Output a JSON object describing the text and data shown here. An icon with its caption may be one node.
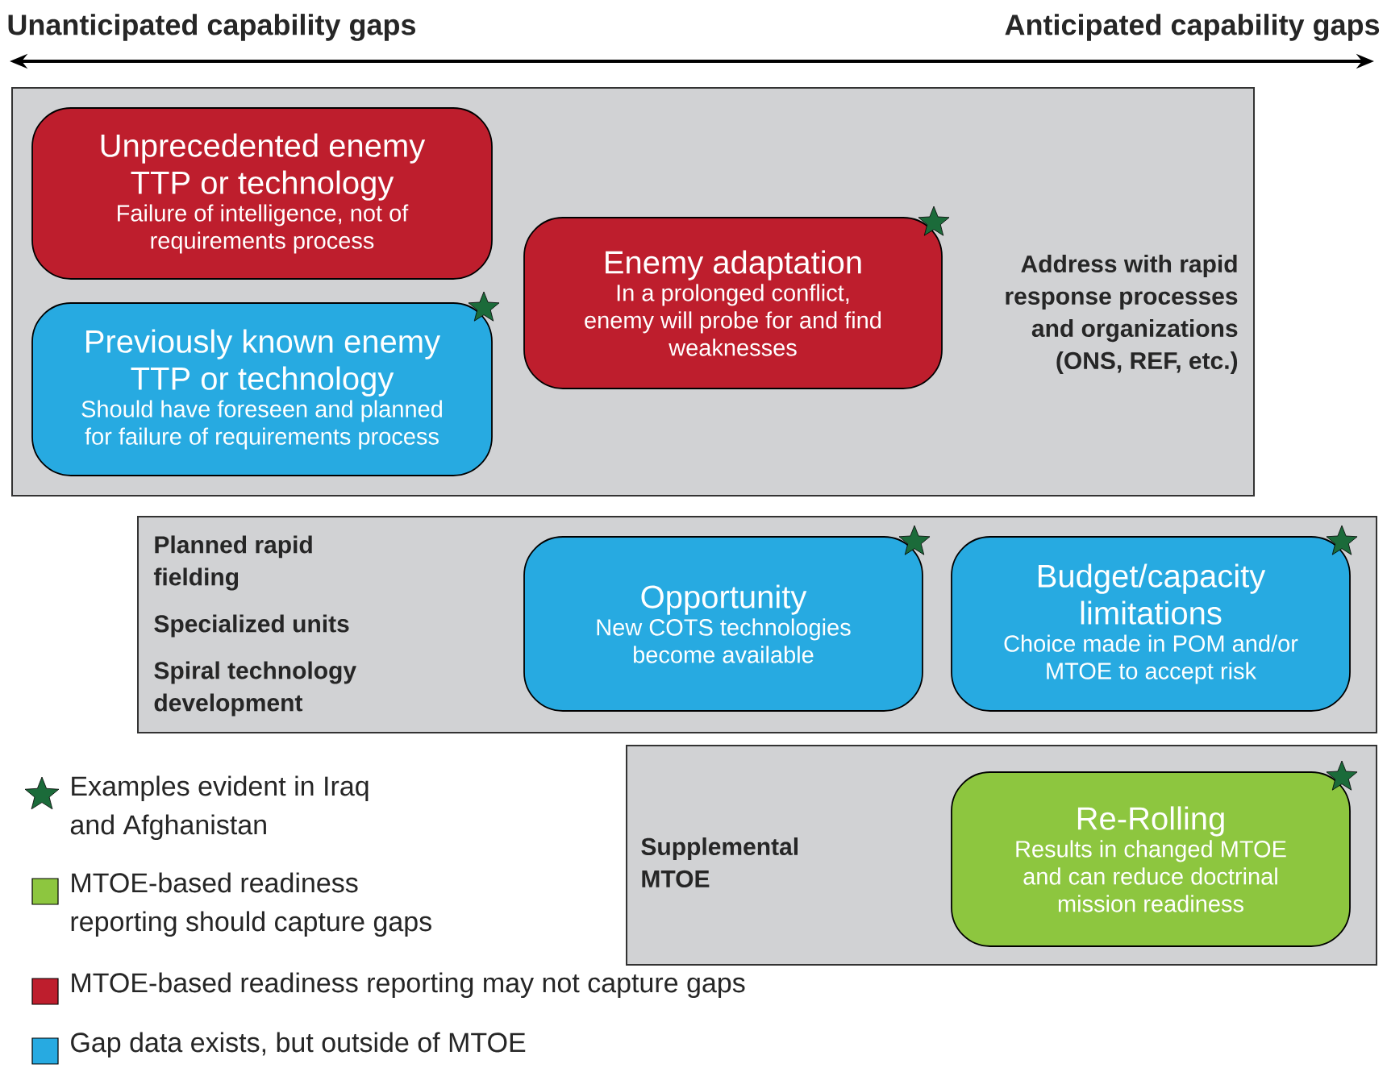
{
  "diagram": {
    "nodes": [
      {
        "text": [
          "Address with rapid response processes and organizations (ONS, REF, etc.)"
        ]
      },
      {
        "text": [
          "Unprecedented enemy TTP or technology",
          "Failure of intelligence, not of requirements process"
        ],
        "in": 0
      },
      {
        "text": [
          "Previously known enemy TTP or technology",
          "Should have foreseen and planned for failure of requirements process"
        ],
        "in": 0
      },
      {
        "text": [
          "Enemy adaptation",
          "In a prolonged conflict, enemy will probe for and find weaknesses"
        ],
        "in": 0
      },
      {
        "text": [
          "Planned rapid fielding",
          "Specialized units",
          "Spiral technology development"
        ]
      },
      {
        "text": [
          "Opportunity",
          "New COTS technologies become available"
        ],
        "in": 4
      },
      {
        "text": [
          "Budget/capacity limitations",
          "Choice made in POM and/or MTOE to accept risk"
        ],
        "in": 4
      },
      {
        "text": [
          "Supplemental MTOE"
        ]
      },
      {
        "text": [
          "Re-Rolling",
          "Results in changed MTOE and can reduce doctrinal mission readiness"
        ],
        "in": 7
      }
    ],
    "edges": [],
    "labels": [
      "Unanticipated capability gaps",
      "Anticipated capability gaps"
    ],
    "legend": [
      {
        "text": "Examples evident in Iraq and Afghanistan"
      },
      {
        "text": "MTOE-based readiness reporting should capture gaps",
        "color": "#8dc63f"
      },
      {
        "text": "MTOE-based readiness reporting may not capture gaps",
        "color": "#be1e2d"
      },
      {
        "text": "Gap data exists, but outside of MTOE",
        "color": "#27aae1"
      }
    ]
  }
}
